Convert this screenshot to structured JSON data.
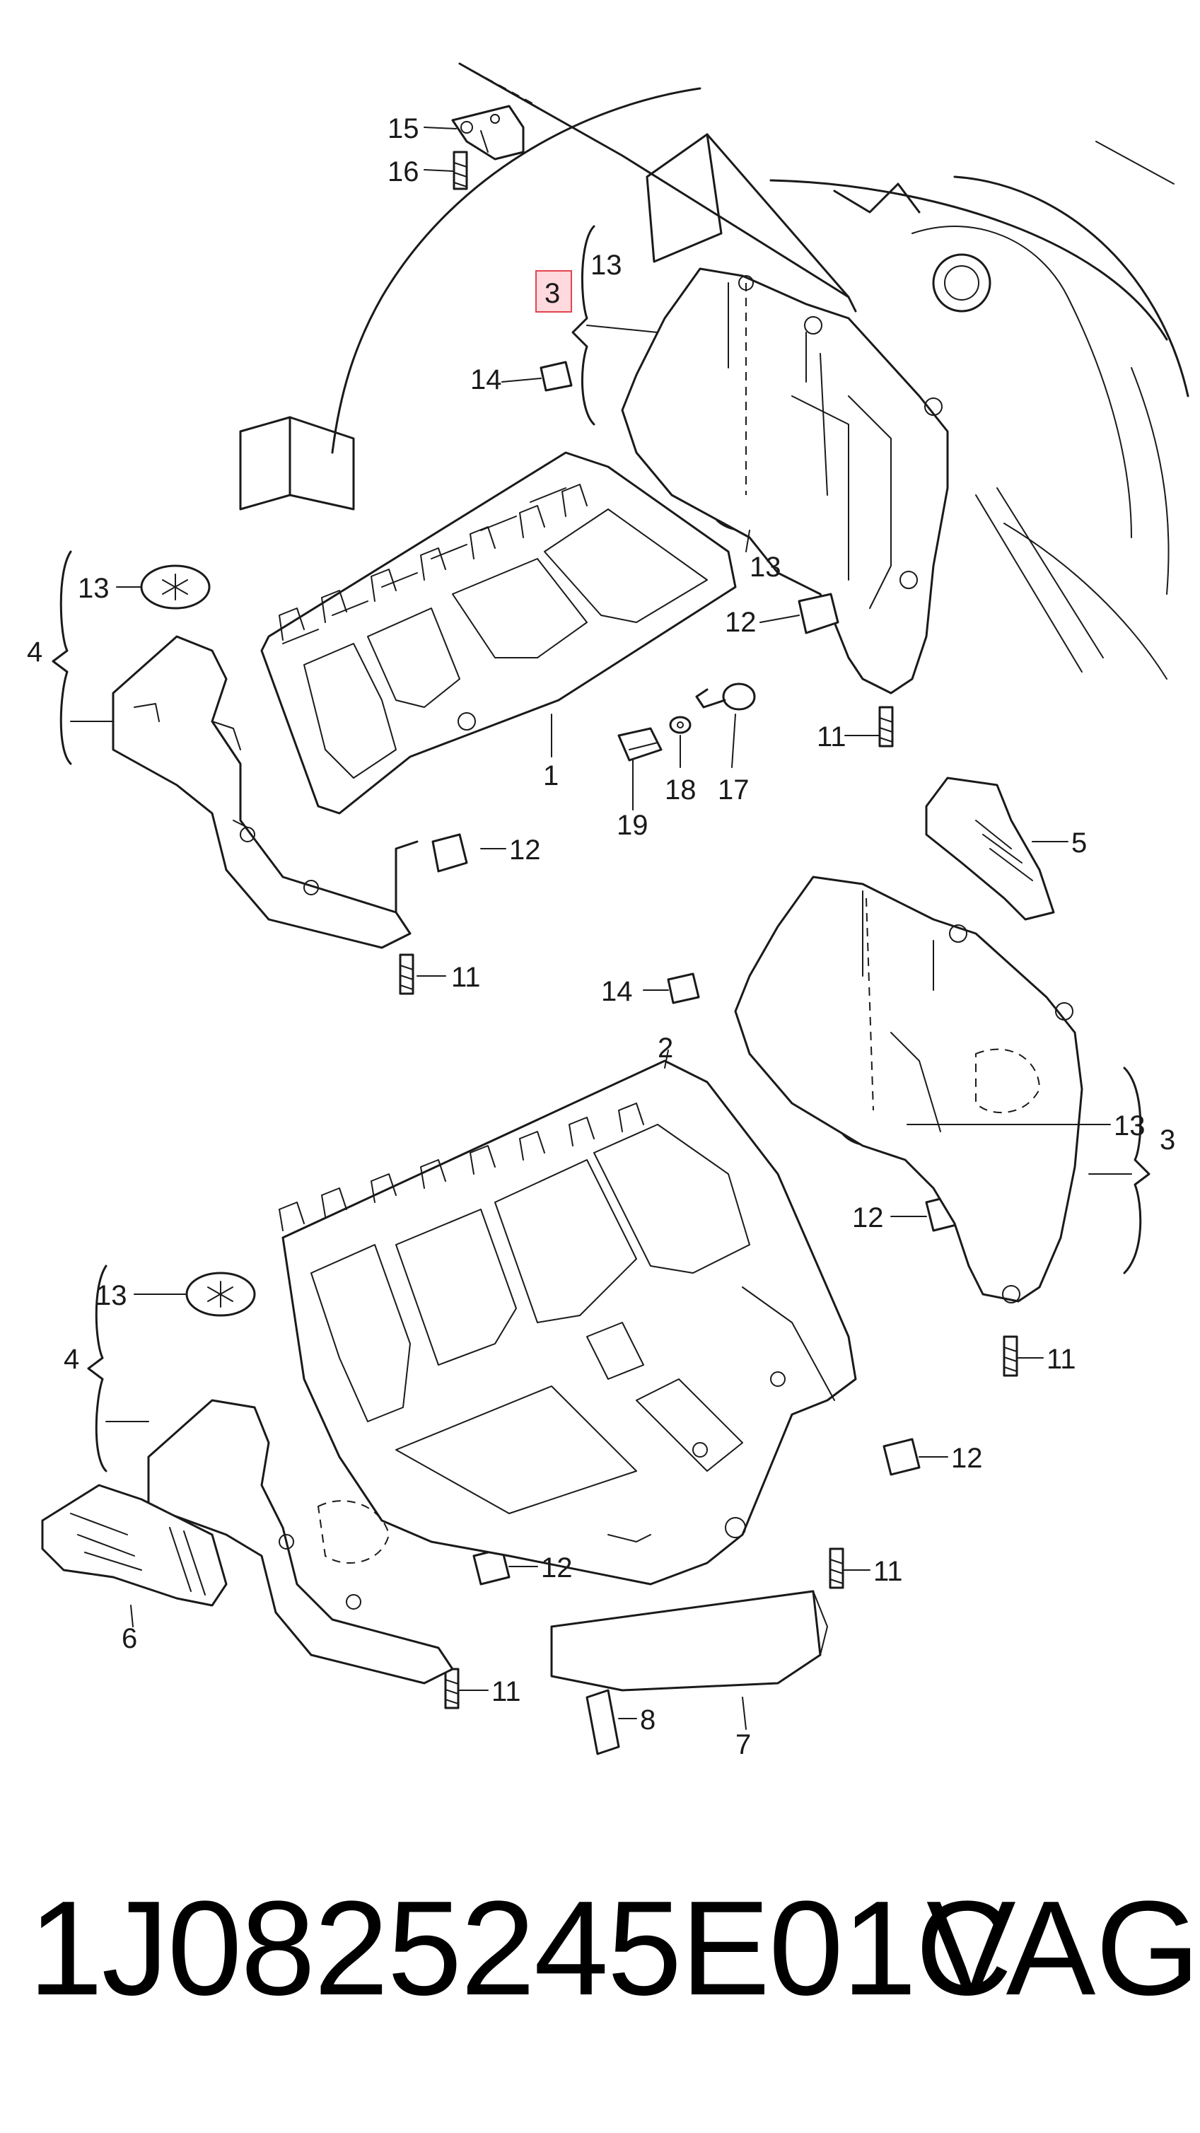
{
  "diagram": {
    "callouts": {
      "c1": "1",
      "c2": "2",
      "c3_top": "3",
      "c3_right": "3",
      "c4_top": "4",
      "c4_bottom": "4",
      "c5": "5",
      "c6": "6",
      "c7": "7",
      "c8": "8",
      "c11_a": "11",
      "c11_b": "11",
      "c11_c": "11",
      "c11_d": "11",
      "c11_e": "11",
      "c12_a": "12",
      "c12_b": "12",
      "c12_c": "12",
      "c12_d": "12",
      "c12_e": "12",
      "c13_a": "13",
      "c13_b": "13",
      "c13_c": "13",
      "c13_d": "13",
      "c13_e": "13",
      "c14_a": "14",
      "c14_b": "14",
      "c15": "15",
      "c16": "16",
      "c17": "17",
      "c18": "18",
      "c19": "19"
    }
  },
  "footer": {
    "part_number": "1J0825245E01C",
    "brand": "VAG"
  },
  "colors": {
    "highlight_fill": "#ffd9dd",
    "highlight_stroke": "#e2444f",
    "line": "#1a1a1a"
  }
}
